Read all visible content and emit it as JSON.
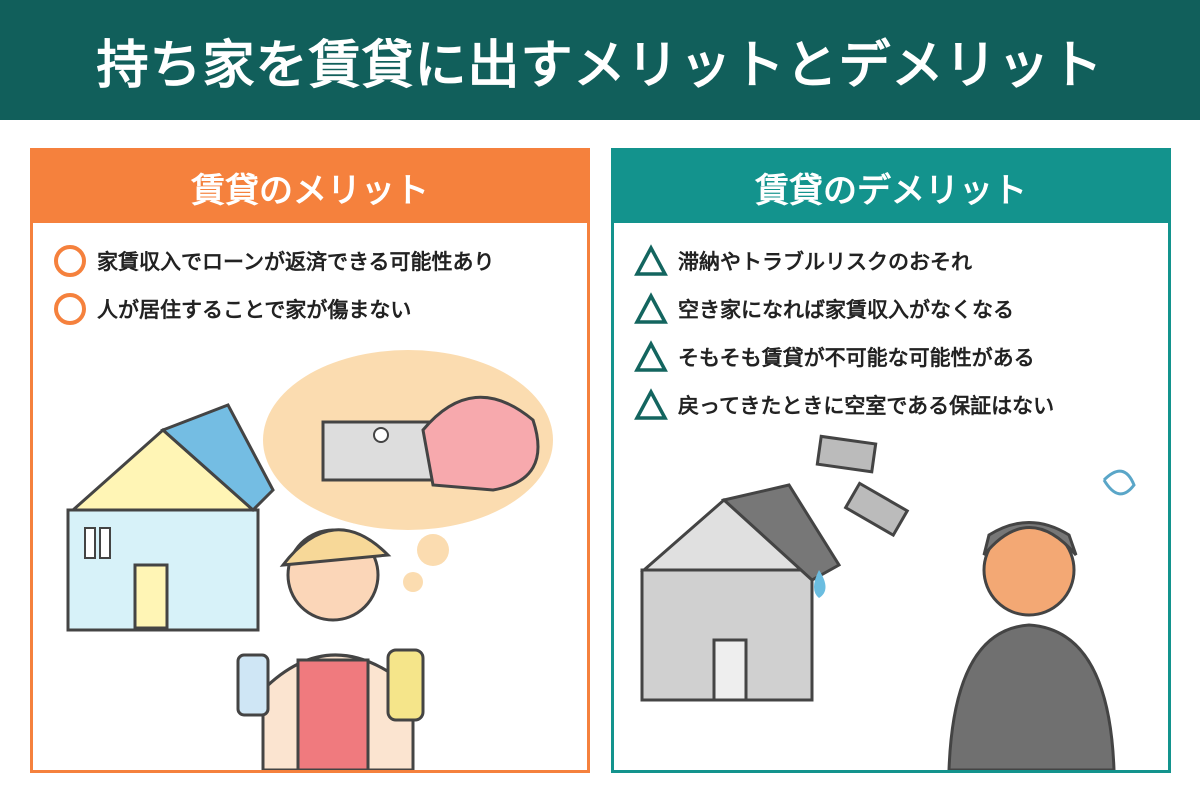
{
  "title": "持ち家を賃貸に出すメリットとデメリット",
  "merits": {
    "heading": "賃貸のメリット",
    "items": [
      "家賃収入でローンが返済できる可能性あり",
      "人が居住することで家が傷まない"
    ],
    "color": "#f5813d"
  },
  "demerits": {
    "heading": "賃貸のデメリット",
    "items": [
      "滞納やトラブルリスクのおそれ",
      "空き家になれば家賃収入がなくなる",
      "そもそも賃貸が不可能な可能性がある",
      "戻ってきたときに空室である保証はない"
    ],
    "color": "#13938d"
  }
}
